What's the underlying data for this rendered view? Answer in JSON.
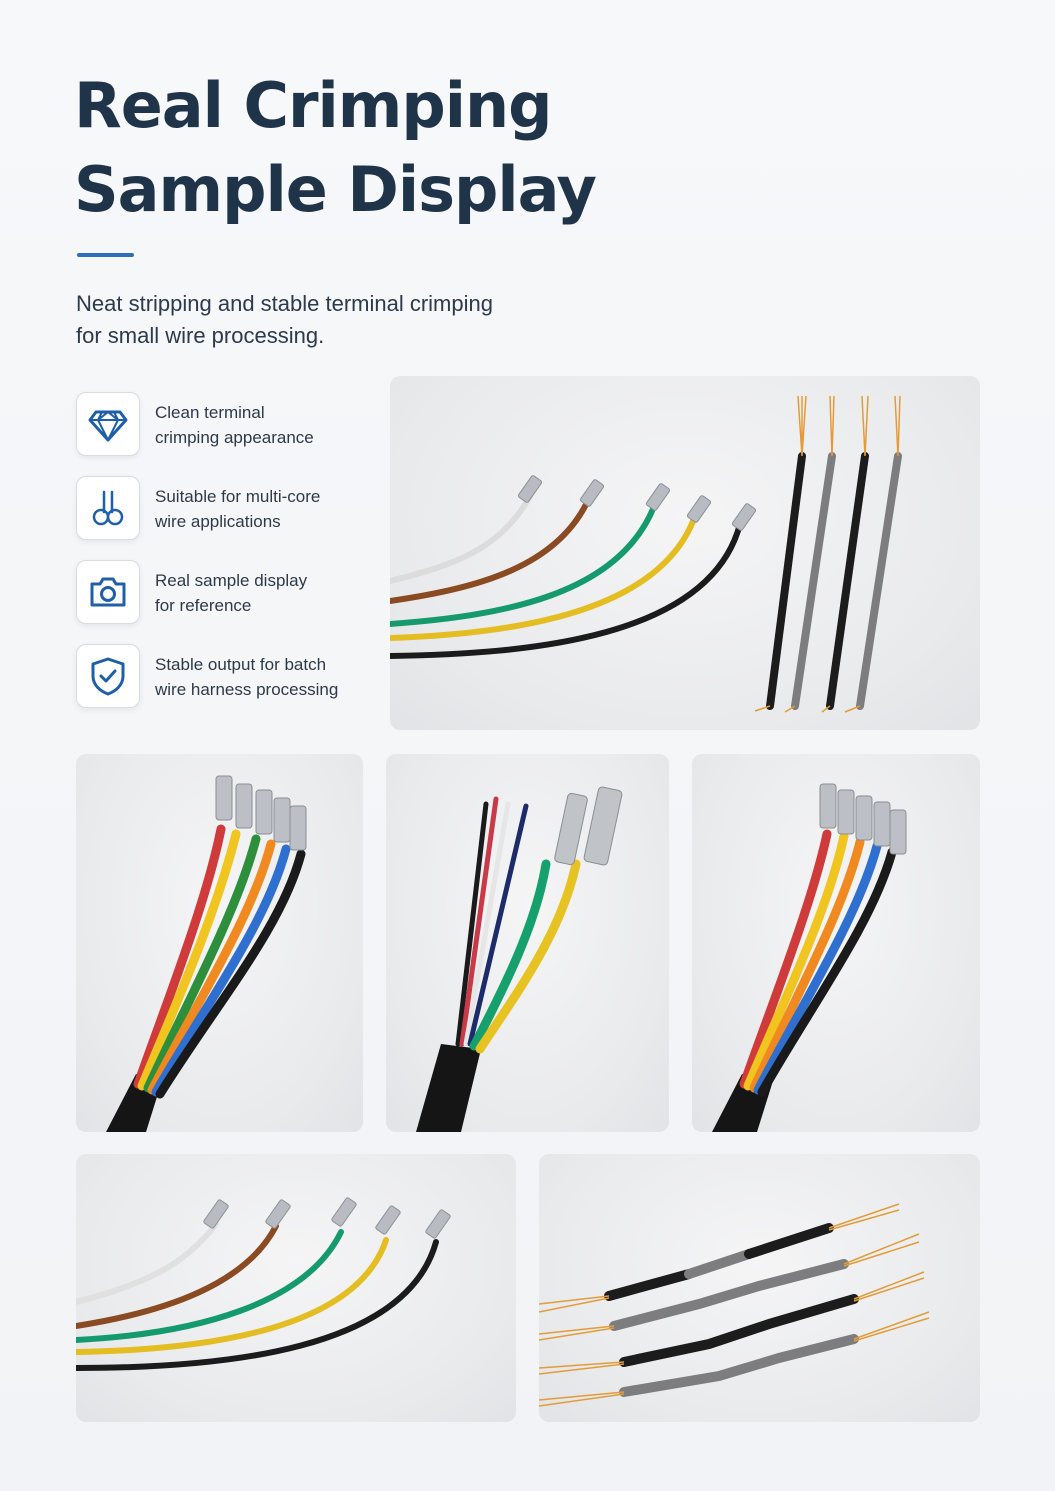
{
  "header": {
    "title_line1": "Real Crimping",
    "title_line2": "Sample Display",
    "subtitle": "Neat stripping and stable terminal crimping for small wire processing."
  },
  "colors": {
    "title": "#1f3349",
    "accent": "#2f6fb8",
    "icon_stroke": "#1f5fa8"
  },
  "features": [
    {
      "icon": "diamond-icon",
      "line1": "Clean terminal",
      "line2": "crimping appearance"
    },
    {
      "icon": "multi-core-wire-icon",
      "line1": "Suitable for multi-core",
      "line2": "wire applications"
    },
    {
      "icon": "camera-icon",
      "line1": "Real sample display",
      "line2": "for reference"
    },
    {
      "icon": "shield-check-icon",
      "line1": "Stable output for batch",
      "line2": "wire harness processing"
    }
  ]
}
